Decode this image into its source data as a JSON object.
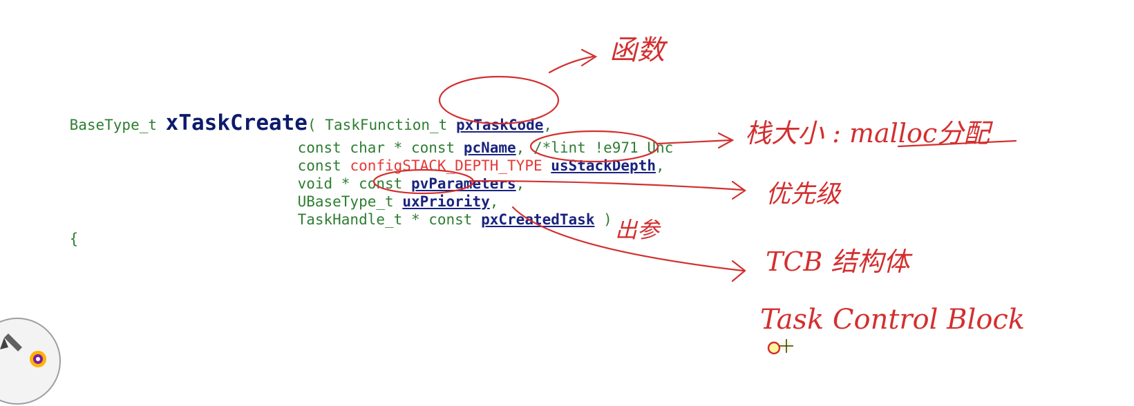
{
  "code": {
    "return_type": "BaseType_t",
    "function_name": "xTaskCreate",
    "open_paren": "(",
    "lines": [
      {
        "type": "TaskFunction_t",
        "param": "pxTaskCode",
        "tail": ","
      },
      {
        "type": "const char * const",
        "param": "pcName",
        "tail": ", /*lint !e971 Unc"
      },
      {
        "prefix": "const",
        "macro": "configSTACK_DEPTH_TYPE",
        "param": "usStackDepth",
        "tail": ","
      },
      {
        "type": "void * const",
        "param": "pvParameters",
        "tail": ","
      },
      {
        "type": "UBaseType_t",
        "param": "uxPriority",
        "tail": ","
      },
      {
        "type": "TaskHandle_t * const",
        "param": "pxCreatedTask",
        "tail": " )"
      }
    ],
    "open_brace": "{"
  },
  "annotations": {
    "func_note": "函数",
    "stack_note": "栈大小 : malloc分配",
    "priority_note": "优先级",
    "out_param_note": "出参",
    "tcb_note": "TCB 结构体",
    "tcb_full_note": "Task Control Block"
  },
  "colors": {
    "ink": "#d32f2f",
    "code_green": "#2e7d32",
    "param_navy": "#1a237e",
    "macro_red": "#e53935"
  },
  "icons": [
    "pen-tool-icon",
    "color-wheel-icon",
    "cursor-crosshair-icon"
  ]
}
